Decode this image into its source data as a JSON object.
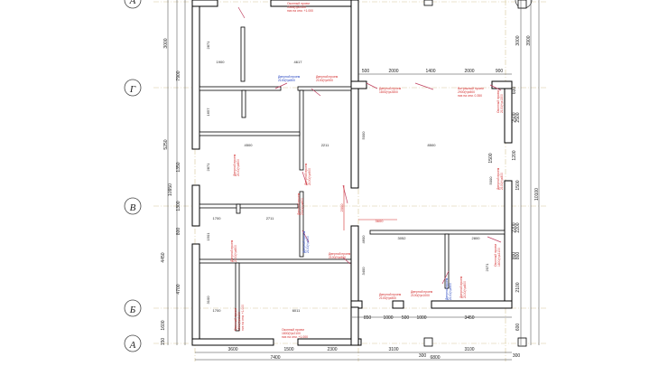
{
  "axes": {
    "g": "Г",
    "v": "В",
    "b": "Б",
    "a": "А",
    "a_top": "А"
  },
  "dims": {
    "left_outer": [
      "3000",
      "7900",
      "5250",
      "1350",
      "10950",
      "1300",
      "800",
      "4450",
      "4700",
      "1600",
      "150"
    ],
    "right_outer": [
      "3000",
      "3900",
      "2500",
      "1500",
      "10100",
      "2200",
      "800",
      "2100",
      "600"
    ],
    "right_inner": [
      "600",
      "2500",
      "1200",
      "1500",
      "2200",
      "800"
    ],
    "top_row": [
      "500",
      "2000",
      "1400",
      "2000",
      "900"
    ],
    "bottom_row": [
      "3600",
      "1500",
      "2300",
      "3100",
      "3100"
    ],
    "total_bottom": [
      "7400",
      "6800"
    ],
    "small_bottom": [
      "300",
      "300"
    ],
    "mid_row": [
      "850",
      "1000",
      "500",
      "1000",
      "3450"
    ],
    "inner": {
      "d2871": "2871",
      "d1900": "1900",
      "d4617": "4617",
      "d1657": "1657",
      "d4500": "4500",
      "d2211": "2211",
      "d5000": "5000",
      "d8500": "8500",
      "d1700": "1700",
      "d2711": "2711",
      "d2000": "2000",
      "d3600": "3600",
      "d2871b": "2871",
      "d1501": "1501",
      "d3100": "3100",
      "d1700b": "1700",
      "d6011": "6011",
      "d3052": "3052",
      "d2800": "2800",
      "d2071": "2071",
      "d3400": "3400",
      "d4600": "4600",
      "d5000b": "5000"
    }
  },
  "notes": {
    "n1": "Оконный проем\n1500(h)x2100\nниз на отм. +1.000",
    "n2": "Дверной проем\n2100(h)x800",
    "n3": "Дверной проем\n2100(h)x900",
    "n4": "Дверной проем\n1800(h)x2800",
    "n5": "Витражный проем\n2900(h)x800\nниз на отм. 0.350",
    "n6": "Оконный проем\n2100(h)x1300",
    "n7": "Дверной проем\n2100(h)x900",
    "n8": "Дверной проем\n2100(h)x800",
    "n9": "Дверной проем\n2100(h)x900",
    "n10": "Дверной проем\n2100(h)x800",
    "n11": "Дверной проем\n2100(h)x800",
    "n12": "Дверной проем\n2100(h)x800",
    "n13": "Дверной проем\n2100(h)x900",
    "n14": "Дверной проем\n2100(h)x800",
    "n15": "Оконный проем\n1800(h)x2100\nниз на отм. +1.000",
    "n16": "Оконный проем\n1500(h)x2100\nниз на отм. +1.000",
    "n17": "Дверной проем\n2100(h)x800",
    "n18": "Дверной проем\n2100(h)x1000",
    "n19": "Оконный проем\n1800(h)x2100",
    "n20": "Дверной проем\n2300(h)x800"
  },
  "colors": {
    "wall": "#000000",
    "axis": "#d8c89a",
    "dim": "#3a3a3a",
    "note_red": "#d32f2f",
    "note_blue": "#1f3fbf"
  }
}
